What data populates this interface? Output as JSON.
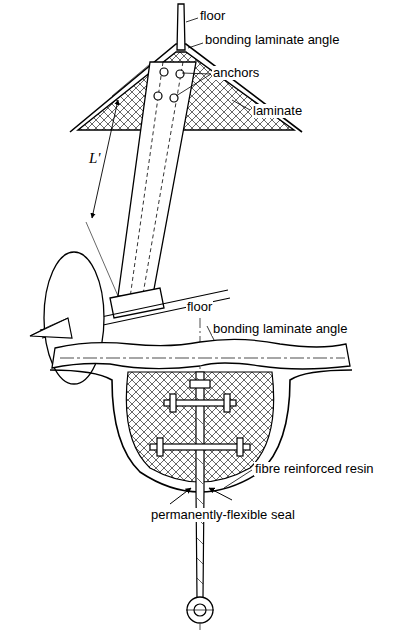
{
  "diagram": {
    "labels": [
      "floor",
      "bonding laminate angle",
      "anchors",
      "laminate",
      "L'",
      "floor",
      "bonding laminate angle",
      "fibre reinforced resin",
      "permanently-flexible seal"
    ]
  }
}
